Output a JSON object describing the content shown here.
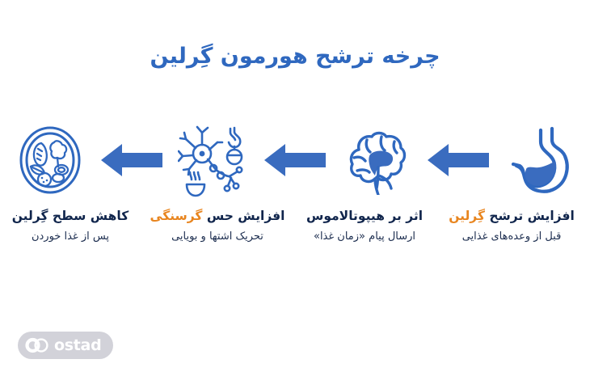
{
  "page": {
    "title": "چرخه ترشح هورمون گِرلین",
    "background_color": "#ffffff",
    "title_color": "#2f68bf",
    "accent_color": "#e8851f",
    "navy_color": "#10254c",
    "arrow_color": "#3a6cbf"
  },
  "steps": [
    {
      "icon": "stomach-icon",
      "head_plain": "افزایش ترشح ",
      "head_highlight": "گِرلین",
      "sub": "قبل از وعده‌های غذایی"
    },
    {
      "icon": "brain-icon",
      "head_plain": "اثر بر هیپوتالاموس",
      "head_highlight": "",
      "sub": "ارسال پیام «زمان غذا»"
    },
    {
      "icon": "neuron-appetite-icon",
      "head_plain": "افزایش حس ",
      "head_highlight": "گرسنگی",
      "sub": "تحریک اشتها و بویایی"
    },
    {
      "icon": "food-plate-icon",
      "head_plain": "کاهش سطح گِرلین",
      "head_highlight": "",
      "sub": "پس از غذا خوردن"
    }
  ],
  "arrows": [
    {
      "name": "arrow-left-1",
      "direction": "left"
    },
    {
      "name": "arrow-left-2",
      "direction": "left"
    },
    {
      "name": "arrow-left-3",
      "direction": "left"
    }
  ],
  "logo": {
    "text": "ostad",
    "background_color": "#d2d2d9",
    "text_color": "#ffffff"
  }
}
